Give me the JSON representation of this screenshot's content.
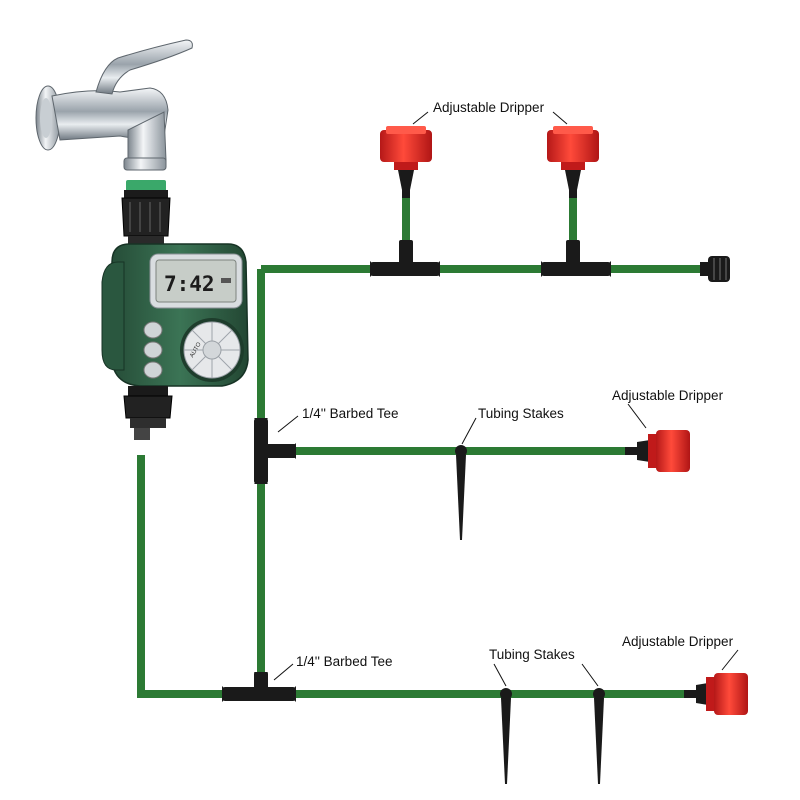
{
  "labels": {
    "dripper_top": "Adjustable Dripper",
    "dripper_mid": "Adjustable Dripper",
    "dripper_bottom": "Adjustable Dripper",
    "tee_mid": "1/4'' Barbed Tee",
    "tee_bottom": "1/4'' Barbed Tee",
    "stakes_mid": "Tubing Stakes",
    "stakes_bottom": "Tubing Stakes"
  },
  "timer": {
    "display": "7:42",
    "dial_label": "AUTO"
  },
  "colors": {
    "tubing": "#2c7a34",
    "tubing_dark": "#1f5e27",
    "dripper": "#e02828",
    "fitting": "#1a1a1a",
    "timer_body": "#2f5f45"
  },
  "icons": {
    "faucet": "faucet-icon",
    "timer": "water-timer-icon",
    "dripper": "dripper-icon",
    "tee": "barbed-tee-icon",
    "stake": "tubing-stake-icon"
  }
}
